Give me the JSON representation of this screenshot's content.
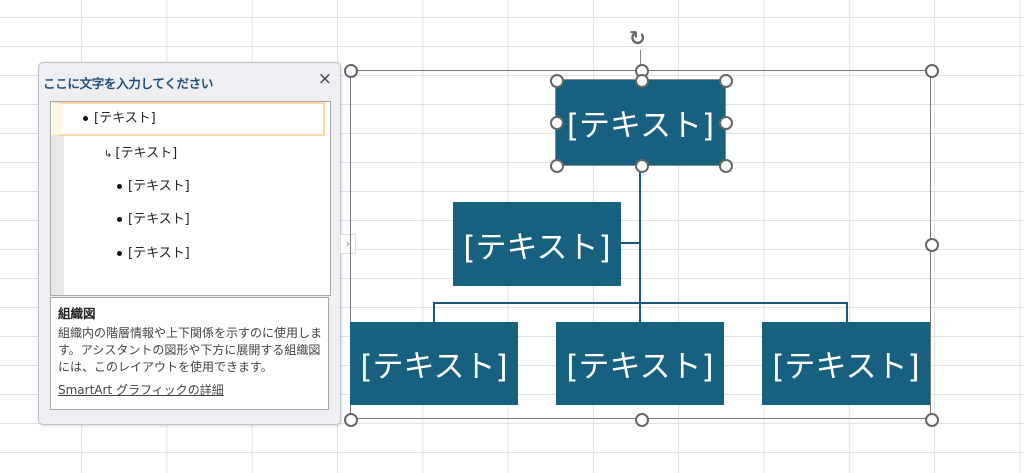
{
  "text_pane": {
    "title": "ここに文字を入力してください",
    "close_label": "×",
    "items": [
      {
        "label": "[テキスト]",
        "type": "bullet"
      },
      {
        "label": "[テキスト]",
        "type": "assistant"
      },
      {
        "label": "[テキスト]",
        "type": "bullet"
      },
      {
        "label": "[テキスト]",
        "type": "bullet"
      },
      {
        "label": "[テキスト]",
        "type": "bullet"
      }
    ],
    "assistant_marker": "↳",
    "description": {
      "heading": "組織図",
      "body": "組織内の階層情報や上下関係を示すのに使用します。アシスタントの図形や下方に展開する組織図には、このレイアウトを使用できます。",
      "link": "SmartArt グラフィックの詳細"
    },
    "expander": "›"
  },
  "diagram": {
    "fill_color": "#17607f",
    "boxes": {
      "top": "[テキスト]",
      "assistant": "[テキスト]",
      "sub1": "[テキスト]",
      "sub2": "[テキスト]",
      "sub3": "[テキスト]"
    },
    "rotate_icon": "↻"
  }
}
